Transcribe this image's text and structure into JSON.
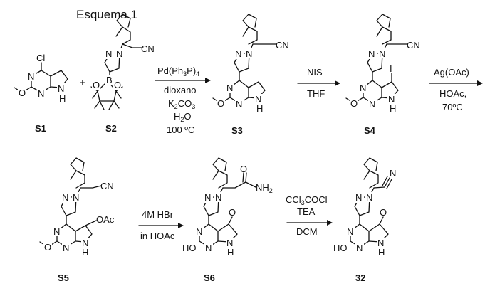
{
  "scheme_title": "Esquema 1",
  "plus": "+",
  "atoms": {
    "Cl": "Cl",
    "O": "O",
    "N": "N",
    "H": "H",
    "NH": "NH",
    "B": "B",
    "CN": "CN",
    "I": "I",
    "OAc": "OAc",
    "NH2_main": "NH",
    "NH2_sub": "2",
    "HO": "HO",
    "Nn": "N",
    "nitrile_N": "N"
  },
  "compounds": {
    "S1": "S1",
    "S2": "S2",
    "S3": "S3",
    "S4": "S4",
    "S5": "S5",
    "S6": "S6",
    "c32": "32"
  },
  "step1": {
    "reagent_a": "Pd(Ph",
    "reagent_a_sub1": "3",
    "reagent_a_mid": "P)",
    "reagent_a_sub2": "4",
    "solvent": "dioxano",
    "base_a": "K",
    "base_sub1": "2",
    "base_b": "CO",
    "base_sub2": "3",
    "water_a": "H",
    "water_sub": "2",
    "water_b": "O",
    "temp": "100 ºC"
  },
  "step2": {
    "reagent": "NIS",
    "solvent": "THF"
  },
  "step3": {
    "reagent": "Ag(OAc)",
    "solvent": "HOAc,",
    "temp": "70ºC"
  },
  "step4": {
    "reagent": "4M HBr",
    "solvent": "in HOAc"
  },
  "step5": {
    "reagent": "CCl3COCl",
    "reagent_a": "CCl",
    "reagent_sub": "3",
    "reagent_b": "COCl",
    "base": "TEA",
    "solvent": "DCM"
  }
}
